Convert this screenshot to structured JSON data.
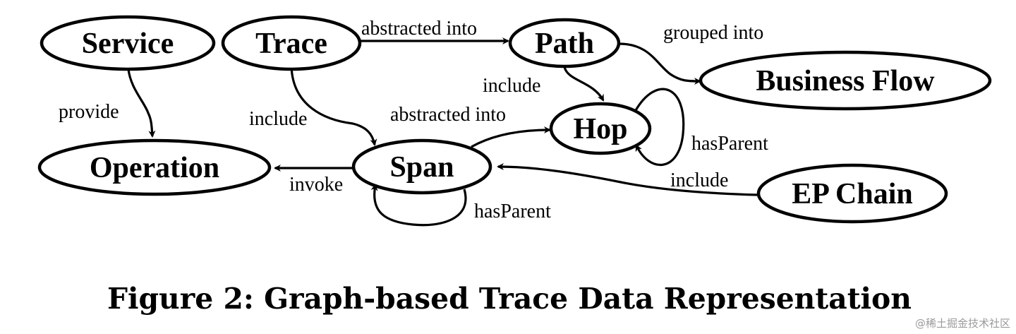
{
  "nodes": {
    "service": "Service",
    "trace": "Trace",
    "path": "Path",
    "business_flow": "Business Flow",
    "hop": "Hop",
    "operation": "Operation",
    "span": "Span",
    "ep_chain": "EP Chain"
  },
  "edges": {
    "trace_path": "abstracted into",
    "path_business_flow": "grouped into",
    "path_hop": "include",
    "service_operation": "provide",
    "trace_span": "include",
    "span_hop": "abstracted into",
    "hop_self": "hasParent",
    "span_operation": "invoke",
    "ep_chain_span": "include",
    "span_self": "hasParent"
  },
  "caption": "Figure 2: Graph-based Trace Data Representation",
  "watermark": "@稀土掘金技术社区"
}
